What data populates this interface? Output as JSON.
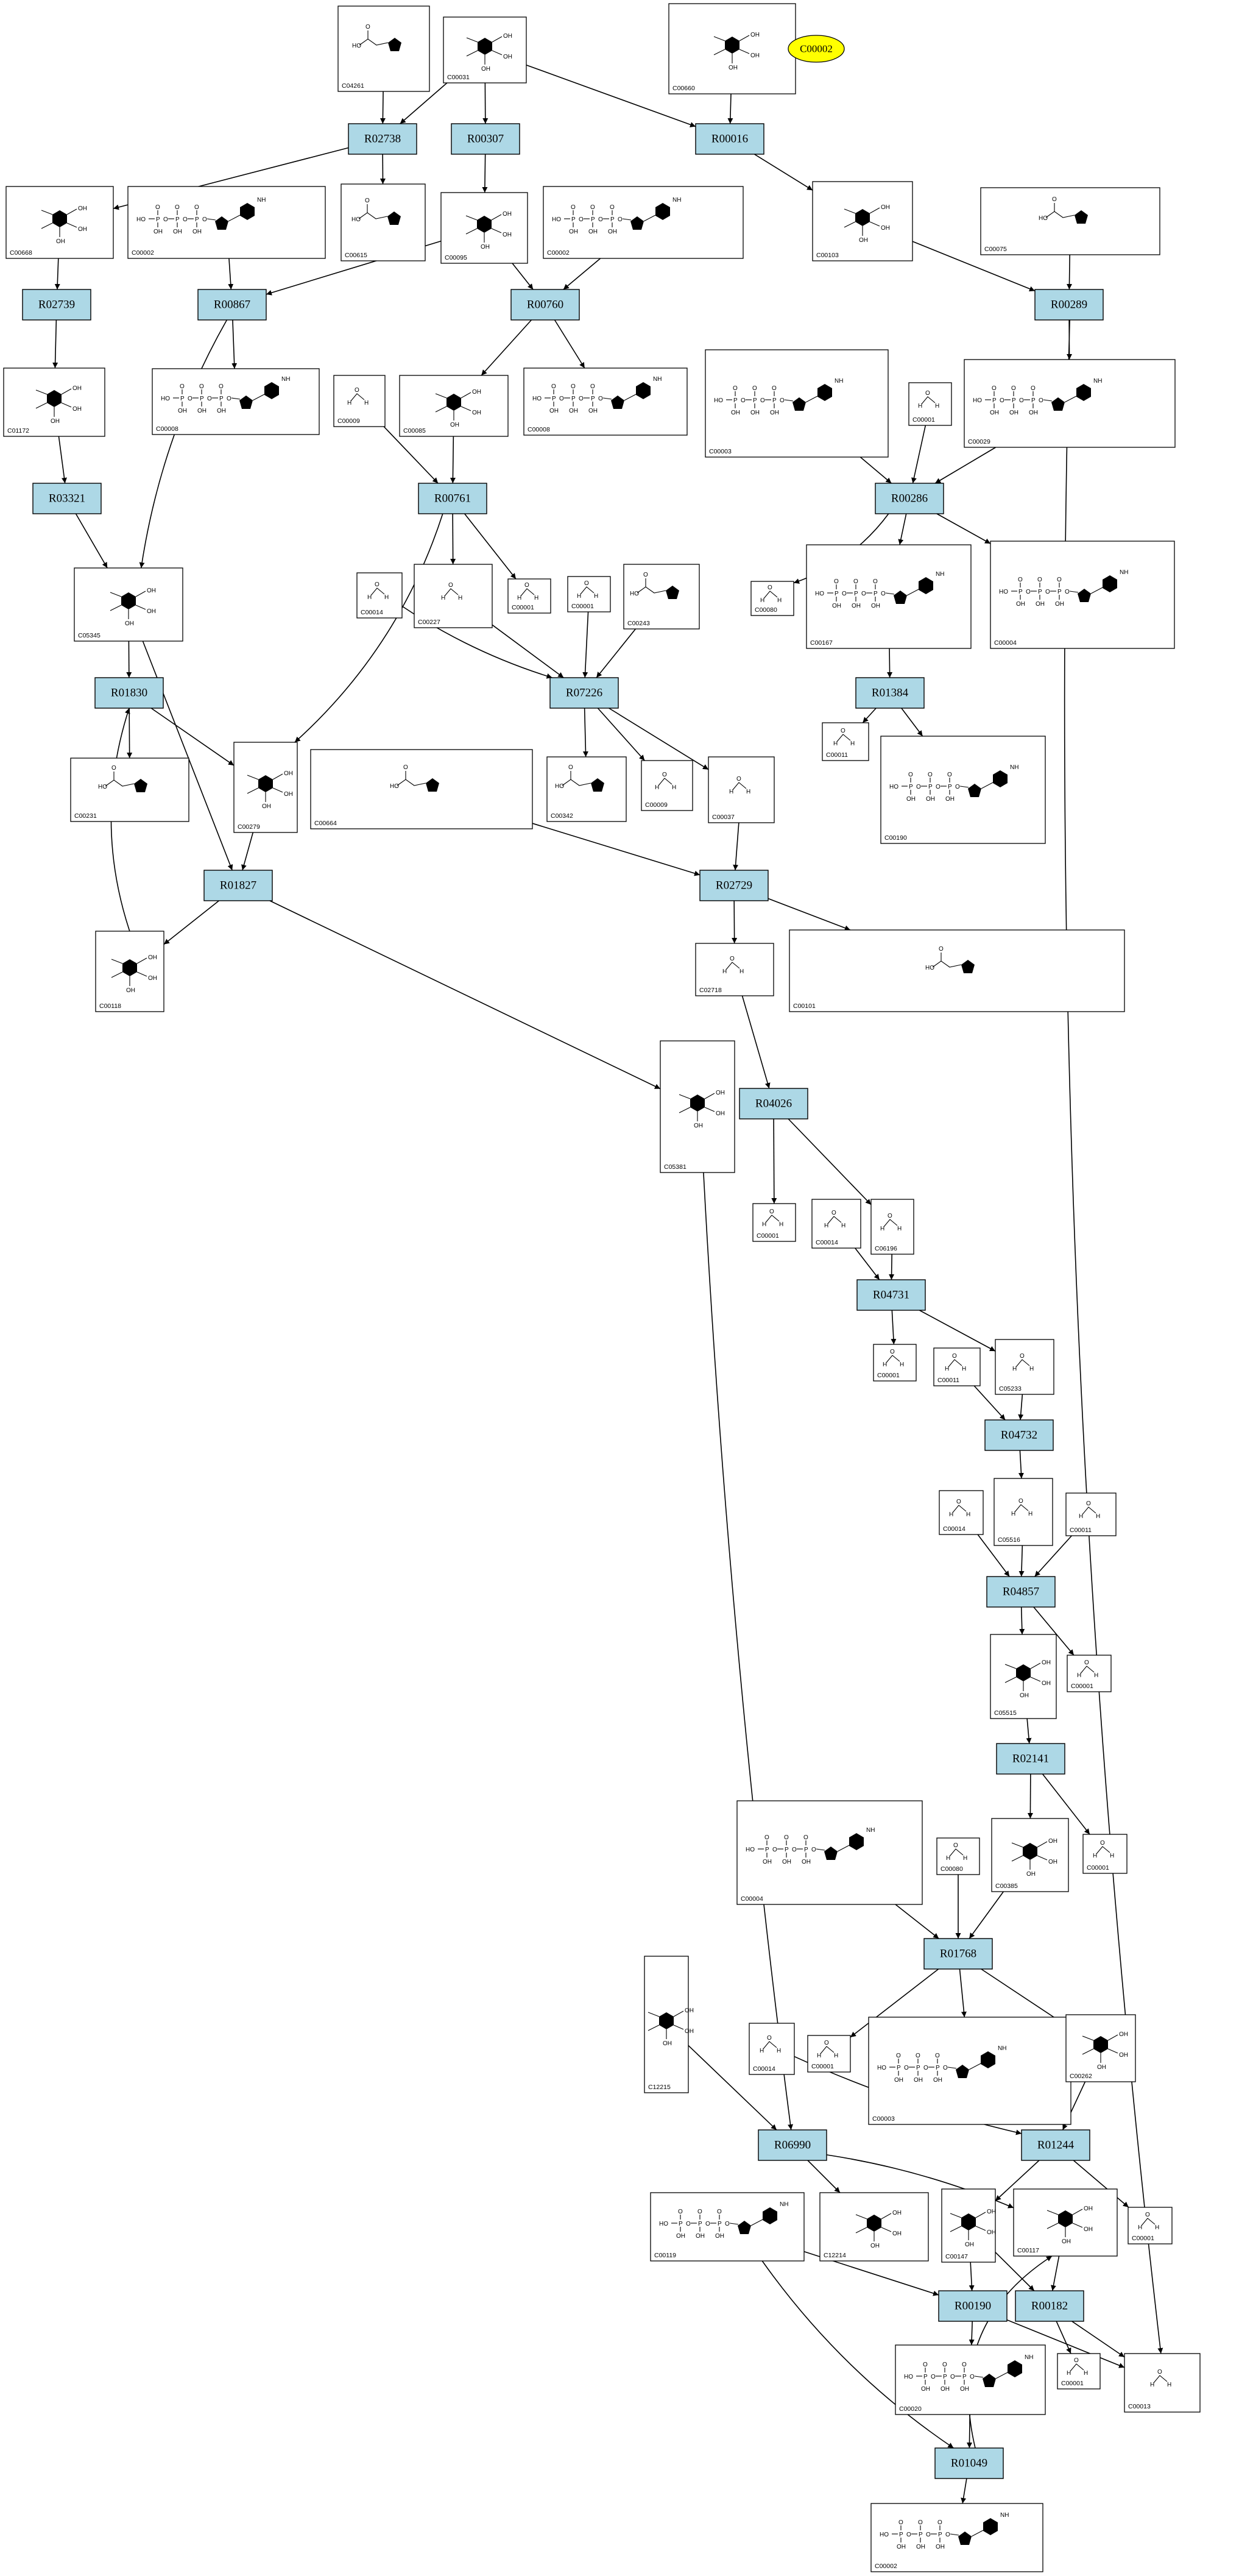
{
  "reactions": [
    "R02738",
    "R00307",
    "R00016",
    "R02739",
    "R00867",
    "R00760",
    "R00289",
    "R03321",
    "R00761",
    "R00286",
    "R01830",
    "R07226",
    "R01384",
    "R01827",
    "R02729",
    "R04026",
    "R04731",
    "R04732",
    "R04857",
    "R02141",
    "R01768",
    "R06990",
    "R01244",
    "R00190",
    "R00182",
    "R01049"
  ],
  "compounds": [
    "C04261",
    "C00031",
    "C00660",
    "C00668",
    "C00002",
    "C00615",
    "C00095",
    "C00002",
    "C00103",
    "C00075",
    "C01172",
    "C00008",
    "C00009",
    "C00085",
    "C00008",
    "C00003",
    "C00001",
    "C00029",
    "C00014",
    "C00227",
    "C00001",
    "C00001",
    "C00243",
    "C00080",
    "C05345",
    "C00167",
    "C00004",
    "C00011",
    "C00190",
    "C00231",
    "C00279",
    "C00664",
    "C00342",
    "C00009",
    "C00037",
    "C00118",
    "C02718",
    "C00101",
    "C05381",
    "C00001",
    "C00014",
    "C06196",
    "C00001",
    "C00011",
    "C05233",
    "C00014",
    "C05516",
    "C00011",
    "C00001",
    "C05515",
    "C00004",
    "C00080",
    "C00385",
    "C00001",
    "C12215",
    "C00014",
    "C00001",
    "C00003",
    "C00262",
    "C00119",
    "C12214",
    "C00147",
    "C00117",
    "C00001",
    "C00020",
    "C00001",
    "C00013",
    "C00002"
  ],
  "highlight": "C00002",
  "colors": {
    "reaction_fill": "#add8e6",
    "highlight_fill": "#ffff00"
  }
}
